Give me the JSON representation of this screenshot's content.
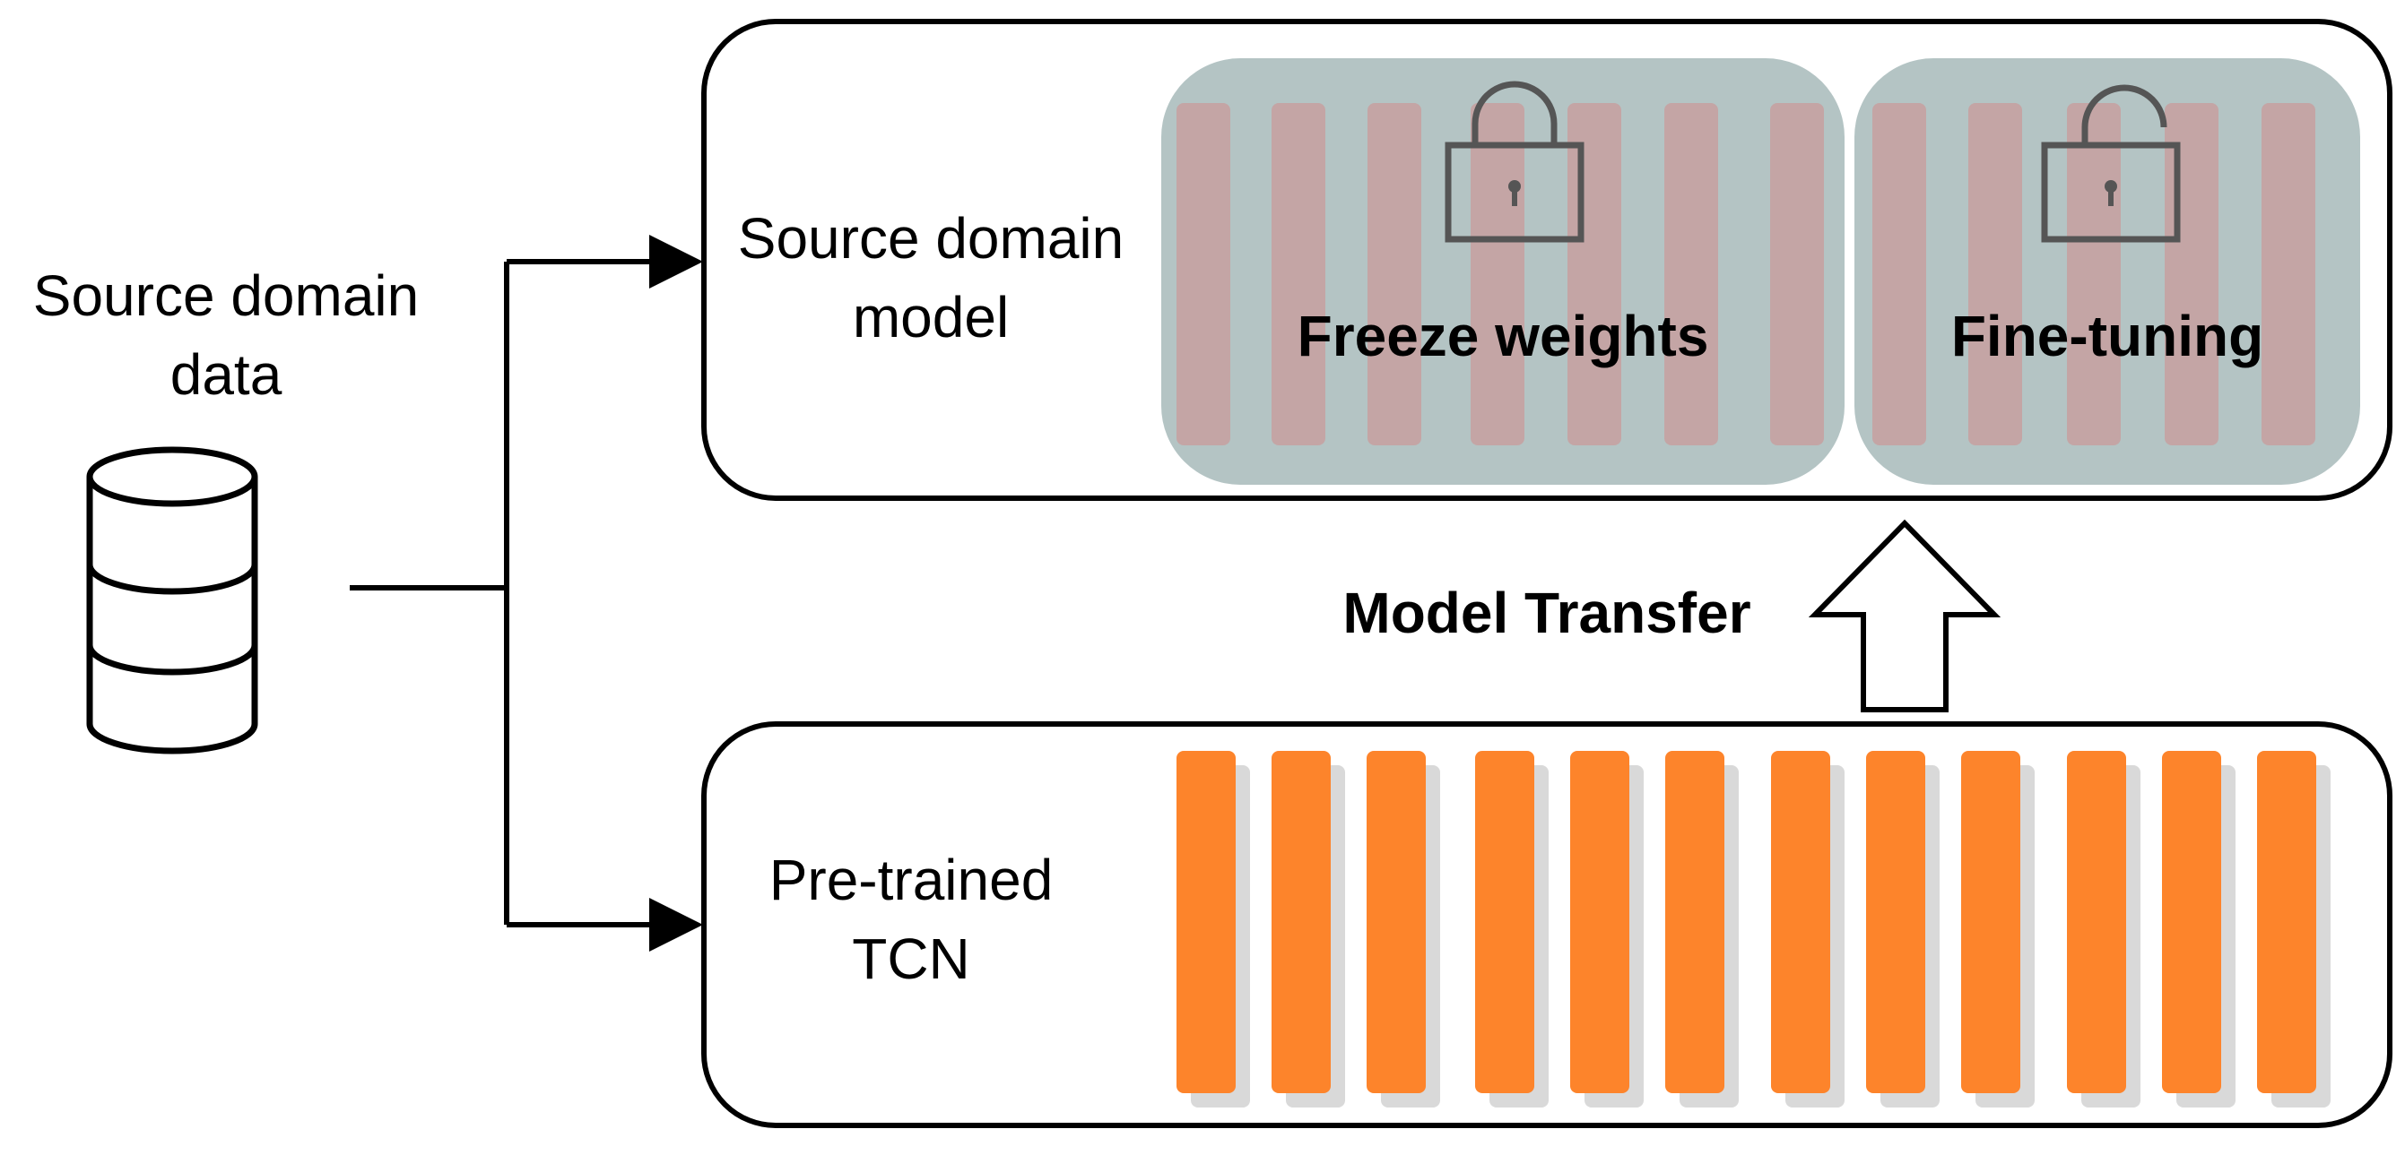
{
  "source_data": {
    "label_line1": "Source domain",
    "label_line2": "data"
  },
  "source_model": {
    "label_line1": "Source domain",
    "label_line2": "model",
    "freeze_label": "Freeze weights",
    "finetune_label": "Fine-tuning",
    "freeze_layer_count": 7,
    "finetune_layer_count": 5
  },
  "transfer": {
    "label": "Model Transfer"
  },
  "pretrained": {
    "label_line1": "Pre-trained",
    "label_line2": "TCN",
    "layer_count": 12
  },
  "colors": {
    "layer_orange": "#fd842b",
    "layer_pink": "#c4a5a5",
    "group_gray": "#b4c4c4",
    "stroke": "#000000",
    "lock": "#555555"
  },
  "icons": {
    "database": "database-icon",
    "freeze_lock": "padlock-closed-icon",
    "finetune_lock": "padlock-open-icon",
    "transfer_arrow": "hollow-up-arrow-icon"
  }
}
